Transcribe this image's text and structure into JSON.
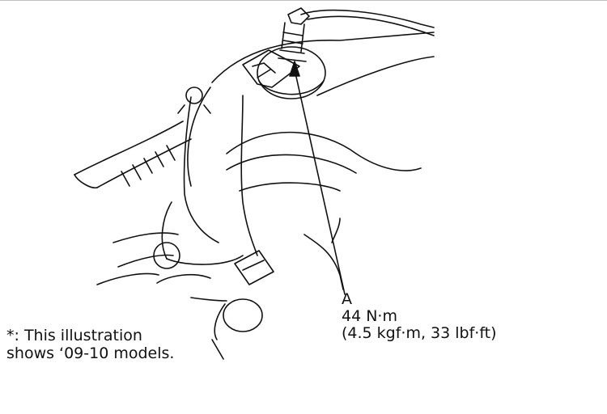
{
  "callout": {
    "letter": "A",
    "torque_nm": "44 N·m",
    "torque_alt": "(4.5 kgf·m, 33 lbf·ft)"
  },
  "note": {
    "line1": "*: This illustration",
    "line2": "shows ‘09-10 models."
  }
}
